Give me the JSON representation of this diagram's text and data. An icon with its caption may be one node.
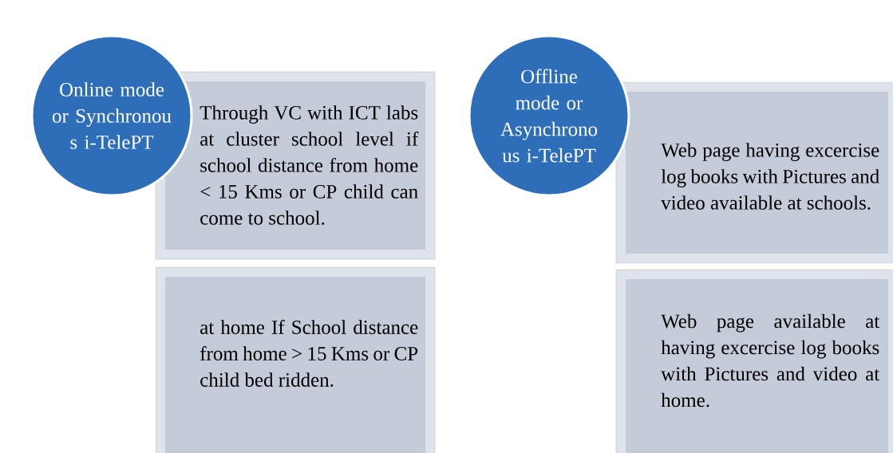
{
  "diagram": {
    "nodes": [
      {
        "text": [
          "Online mode or Synchronou s i-TelePT"
        ]
      },
      {
        "text": [
          "Through VC with ICT labs at cluster school level if school distance from home < 15 Kms or CP child can come to school."
        ]
      },
      {
        "text": [
          "at home If School distance from home > 15 Kms or CP child bed ridden."
        ]
      },
      {
        "text": [
          "Offline mode or Asynchrono us i-TelePT"
        ]
      },
      {
        "text": [
          "Web page having excercise log books with Pictures and video available at schools."
        ]
      },
      {
        "text": [
          "Web page available at having excercise log books with Pictures and video at home."
        ]
      }
    ]
  }
}
